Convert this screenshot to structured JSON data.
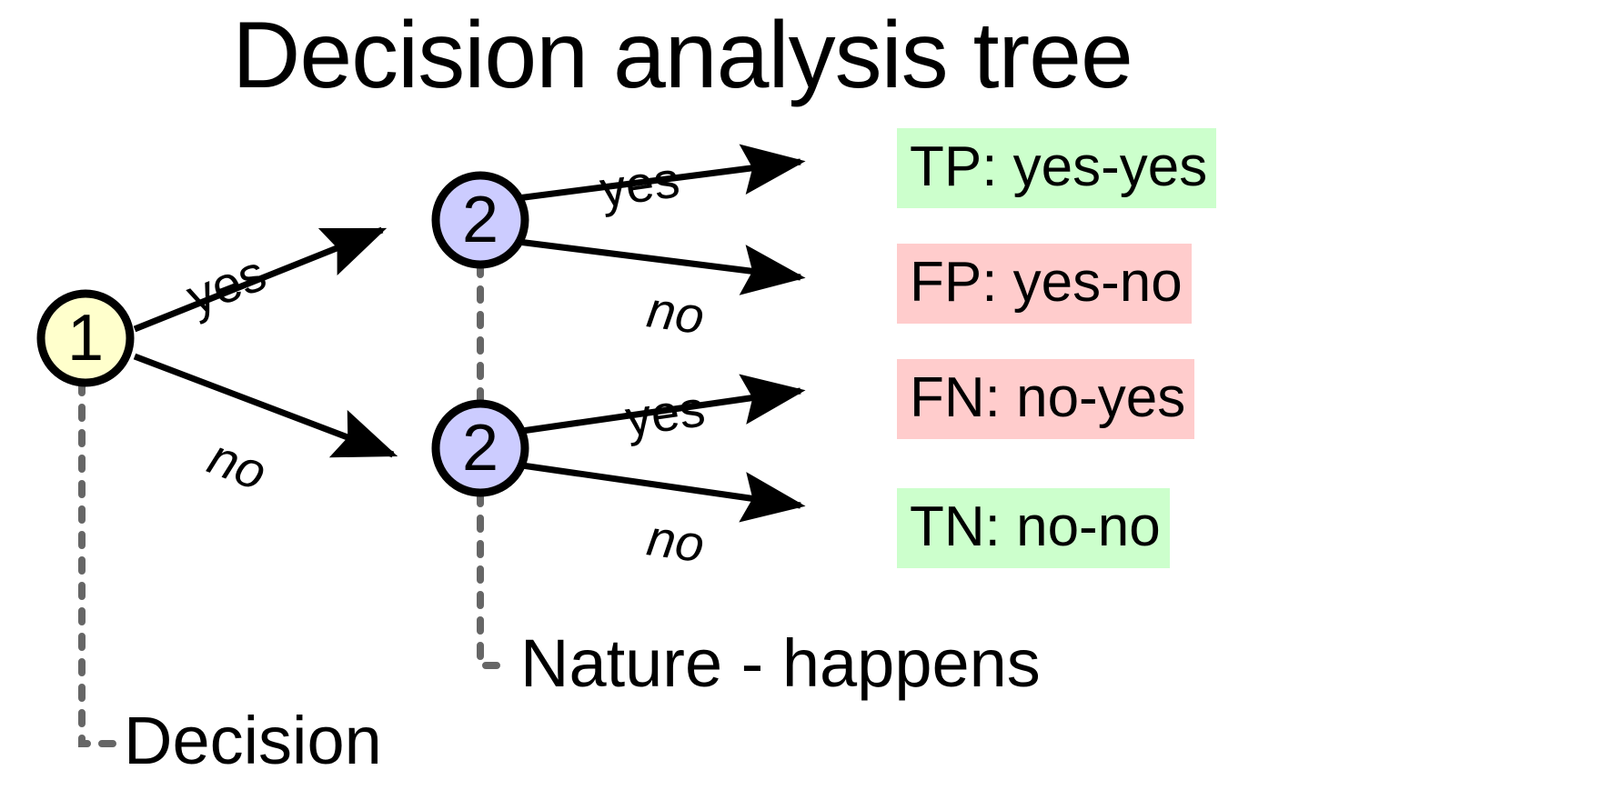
{
  "diagram": {
    "title": "Decision analysis tree",
    "type": "decision-tree",
    "colors": {
      "decision_node_fill": "#FFFFCC",
      "chance_node_fill": "#CCCCFF",
      "positive_outcome_bg": "#CCFFCC",
      "negative_outcome_bg": "#FFCCCC",
      "edge_stroke": "#000000",
      "annotation_stroke": "#666666",
      "background": "#FFFFFF"
    }
  },
  "nodes": {
    "root": {
      "label": "1",
      "kind": "decision"
    },
    "chance_upper": {
      "label": "2",
      "kind": "chance"
    },
    "chance_lower": {
      "label": "2",
      "kind": "chance"
    }
  },
  "edges": {
    "root_yes": "yes",
    "root_no": "no",
    "upper_yes": "yes",
    "upper_no": "no",
    "lower_yes": "yes",
    "lower_no": "no"
  },
  "outcomes": [
    {
      "key": "tp",
      "text": "TP: yes-yes",
      "tone": "positive"
    },
    {
      "key": "fp",
      "text": "FP: yes-no",
      "tone": "negative"
    },
    {
      "key": "fn",
      "text": "FN: no-yes",
      "tone": "negative"
    },
    {
      "key": "tn",
      "text": "TN: no-no",
      "tone": "positive"
    }
  ],
  "annotations": {
    "decision": "Decision",
    "nature": "Nature - happens"
  }
}
